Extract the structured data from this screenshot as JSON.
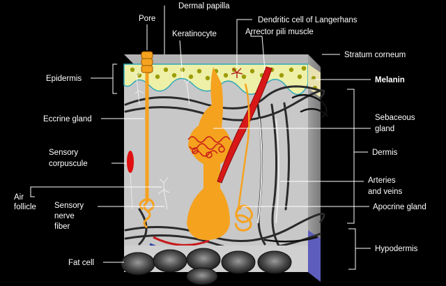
{
  "labels": {
    "pore": "Pore",
    "dermal_papilla": "Dermal papilla",
    "dendritic_cell": "Dendritic cell of Langerhans",
    "keratinocyte": "Keratinocyte",
    "arrector_pili": "Arrector pili muscle",
    "stratum_corneum": "Stratum corneum",
    "epidermis": "Epidermis",
    "melanin": "Melanin",
    "eccrine_gland": "Eccrine gland",
    "sebaceous_1": "Sebaceous",
    "sebaceous_2": "gland",
    "dermis": "Dermis",
    "sensory_corpuscle_1": "Sensory",
    "sensory_corpuscle_2": "corpuscule",
    "arteries_1": "Arteries",
    "arteries_2": "and veins",
    "air_follicle_1": "Air",
    "air_follicle_2": "follicle",
    "sensory_nerve_1": "Sensory",
    "sensory_nerve_2": "nerve",
    "sensory_nerve_3": "fiber",
    "apocrine_gland": "Apocrine gland",
    "hypodermis": "Hypodermis",
    "fat_cell": "Fat cell"
  },
  "colors": {
    "background": "#000000",
    "block_front": "#c8c8c8",
    "block_top": "#b4b4b4",
    "block_side": "#8f8f8f",
    "epidermis": "#eef0a8",
    "melanin": "#a0a000",
    "gland": "#f5a21f",
    "muscle": "#d81818",
    "vessel_red": "#c81818",
    "vessel_blue": "#2a3fa8",
    "fat_cell": "#555555",
    "hypodermis_side": "#6060c0"
  }
}
